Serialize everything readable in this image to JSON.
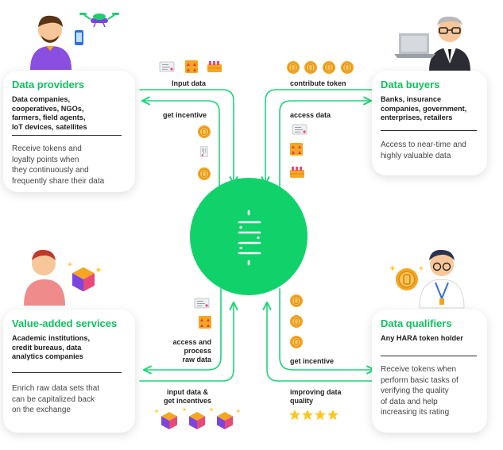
{
  "colors": {
    "accent": "#10c060",
    "arrow": "#22d37a",
    "coin": "#f4a521",
    "cube_top": "#f5a623",
    "cube_left": "#7a45e0",
    "cube_right": "#e8497a",
    "star": "#ffc61a"
  },
  "cards": {
    "data_providers": {
      "title": "Data providers",
      "subtitle_lines": [
        "Data companies,",
        "cooperatives, NGOs,",
        "farmers, field agents,",
        "IoT devices, satellites"
      ],
      "description_lines": [
        "Receive tokens and",
        "loyalty points when",
        "they continuously and",
        "frequently share their data"
      ]
    },
    "data_buyers": {
      "title": "Data buyers",
      "subtitle_lines": [
        "Banks, insurance",
        "companies, government,",
        "enterprises, retailers"
      ],
      "description_lines": [
        "Access to near-time and",
        "highly valuable data"
      ]
    },
    "value_added": {
      "title": "Value-added services",
      "subtitle_lines": [
        "Academic institutions,",
        "credit bureaus, data",
        "analytics companies"
      ],
      "description_lines": [
        "Enrich raw data sets that",
        "can be capitalized back",
        "on the exchange"
      ]
    },
    "data_qualifiers": {
      "title": "Data qualifiers",
      "subtitle_lines": [
        "Any HARA token holder"
      ],
      "description_lines": [
        "Receive tokens when",
        "perform basic tasks of",
        "verifying the quality",
        "of data and help",
        "increasing its rating"
      ]
    }
  },
  "flows": {
    "input_data": "Input data",
    "get_incentive_top": "get incentive",
    "contribute_token": "contribute token",
    "access_data": "access data",
    "access_process_lines": [
      "access and",
      "process",
      "raw data"
    ],
    "input_get_incentives_lines": [
      "input data &",
      "get incentives"
    ],
    "get_incentive_bottom": "get incentive",
    "improving_quality_lines": [
      "improving data",
      "quality"
    ]
  },
  "icons": {
    "hub": "dna-exchange-icon",
    "coin": "coin-icon",
    "document": "document-icon",
    "grid": "data-grid-icon",
    "crate": "crate-icon",
    "cube": "cube-icon",
    "star": "star-icon",
    "phone": "phone-icon",
    "laptop": "laptop-icon",
    "drone": "drone-icon"
  },
  "rating": {
    "stars": 4
  }
}
